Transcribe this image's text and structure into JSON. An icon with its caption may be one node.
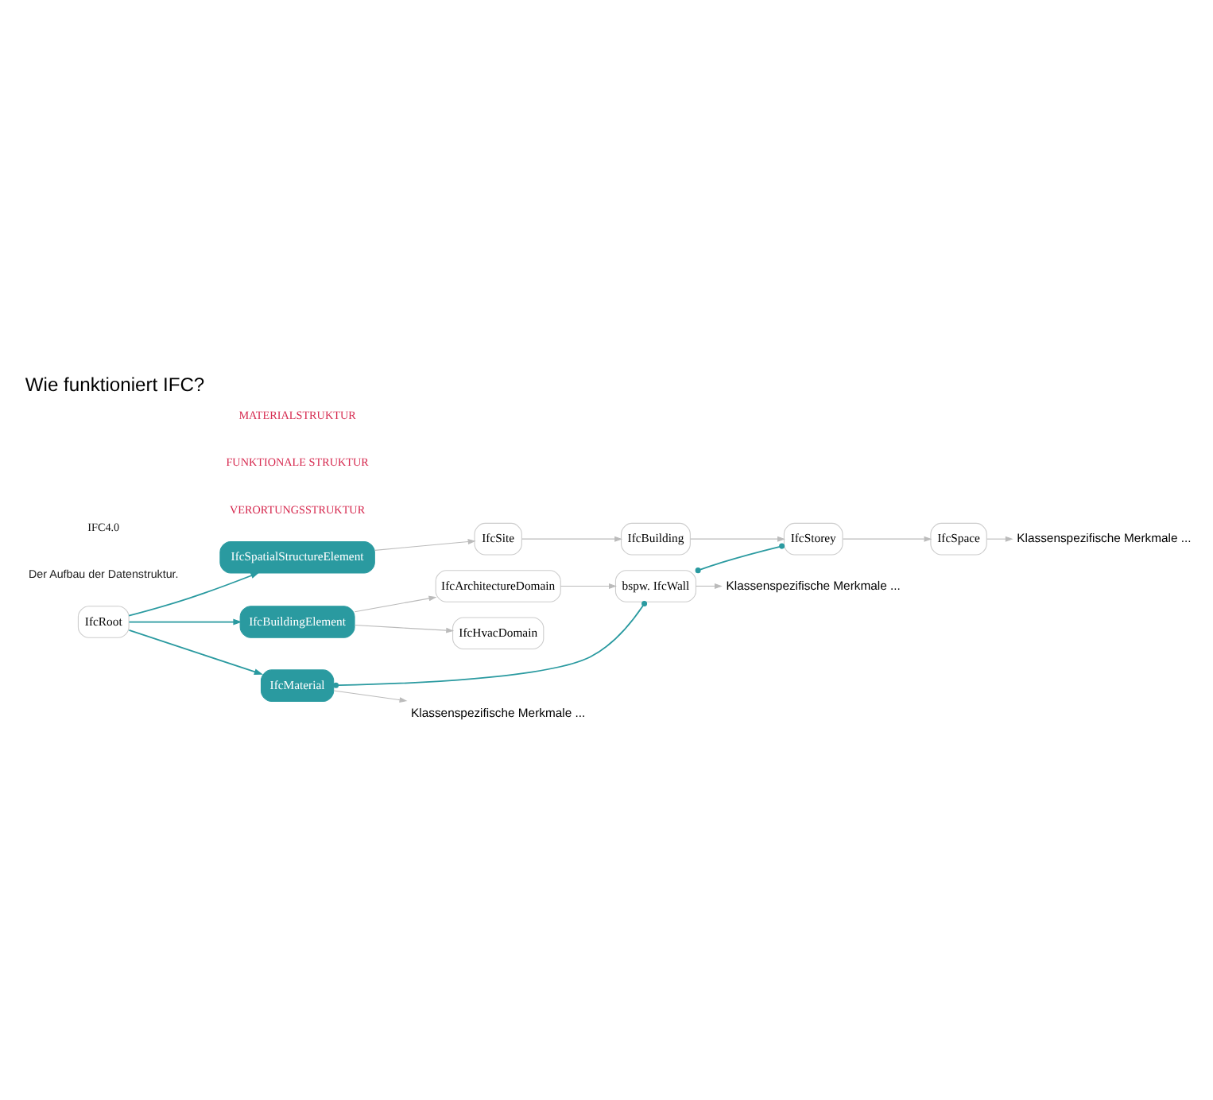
{
  "diagram": {
    "title": "Wie funktioniert IFC?",
    "nodes": [
      {
        "text": [
          "IfcRoot"
        ]
      },
      {
        "text": [
          "IfcSpatialStructureElement"
        ]
      },
      {
        "text": [
          "IfcSite"
        ]
      },
      {
        "text": [
          "IfcBuilding"
        ]
      },
      {
        "text": [
          "IfcStorey"
        ]
      },
      {
        "text": [
          "IfcSpace"
        ]
      },
      {
        "text": [
          "Klassenspezifische Merkmale ..."
        ]
      },
      {
        "text": [
          "IfcBuildingElement"
        ]
      },
      {
        "text": [
          "IfcArchitectureDomain"
        ]
      },
      {
        "text": [
          "IfcHvacDomain"
        ]
      },
      {
        "text": [
          "bspw. IfcWall"
        ]
      },
      {
        "text": [
          "Klassenspezifische Merkmale ..."
        ]
      },
      {
        "text": [
          "IfcMaterial"
        ]
      },
      {
        "text": [
          "Klassenspezifische Merkmale ..."
        ]
      }
    ],
    "edges": [
      {
        "from": 0,
        "to": 1,
        "arrow": "to",
        "color": "#2a9aa0"
      },
      {
        "from": 1,
        "to": 2,
        "arrow": "to"
      },
      {
        "from": 2,
        "to": 3,
        "arrow": "to"
      },
      {
        "from": 3,
        "to": 4,
        "arrow": "to"
      },
      {
        "from": 4,
        "to": 5,
        "arrow": "to"
      },
      {
        "from": 5,
        "to": 6,
        "arrow": "to"
      },
      {
        "from": 0,
        "to": 7,
        "arrow": "to",
        "color": "#2a9aa0"
      },
      {
        "from": 7,
        "to": 8,
        "arrow": "to"
      },
      {
        "from": 7,
        "to": 9,
        "arrow": "to"
      },
      {
        "from": 8,
        "to": 10,
        "arrow": "to"
      },
      {
        "from": 10,
        "to": 11,
        "arrow": "to"
      },
      {
        "from": 0,
        "to": 12,
        "arrow": "to",
        "color": "#2a9aa0"
      },
      {
        "from": 4,
        "to": 10,
        "arrow": "other",
        "color": "#2a9aa0"
      },
      {
        "from": 12,
        "to": 10,
        "arrow": "other",
        "color": "#2a9aa0"
      },
      {
        "from": 12,
        "to": 13,
        "arrow": "to"
      }
    ],
    "labels": [
      "Der Aufbau der Datenstruktur.",
      "IFC4.0",
      "VERORTUNGSSTRUKTUR",
      "FUNKTIONALE STRUKTUR",
      "MATERIALSTRUKTUR"
    ]
  }
}
